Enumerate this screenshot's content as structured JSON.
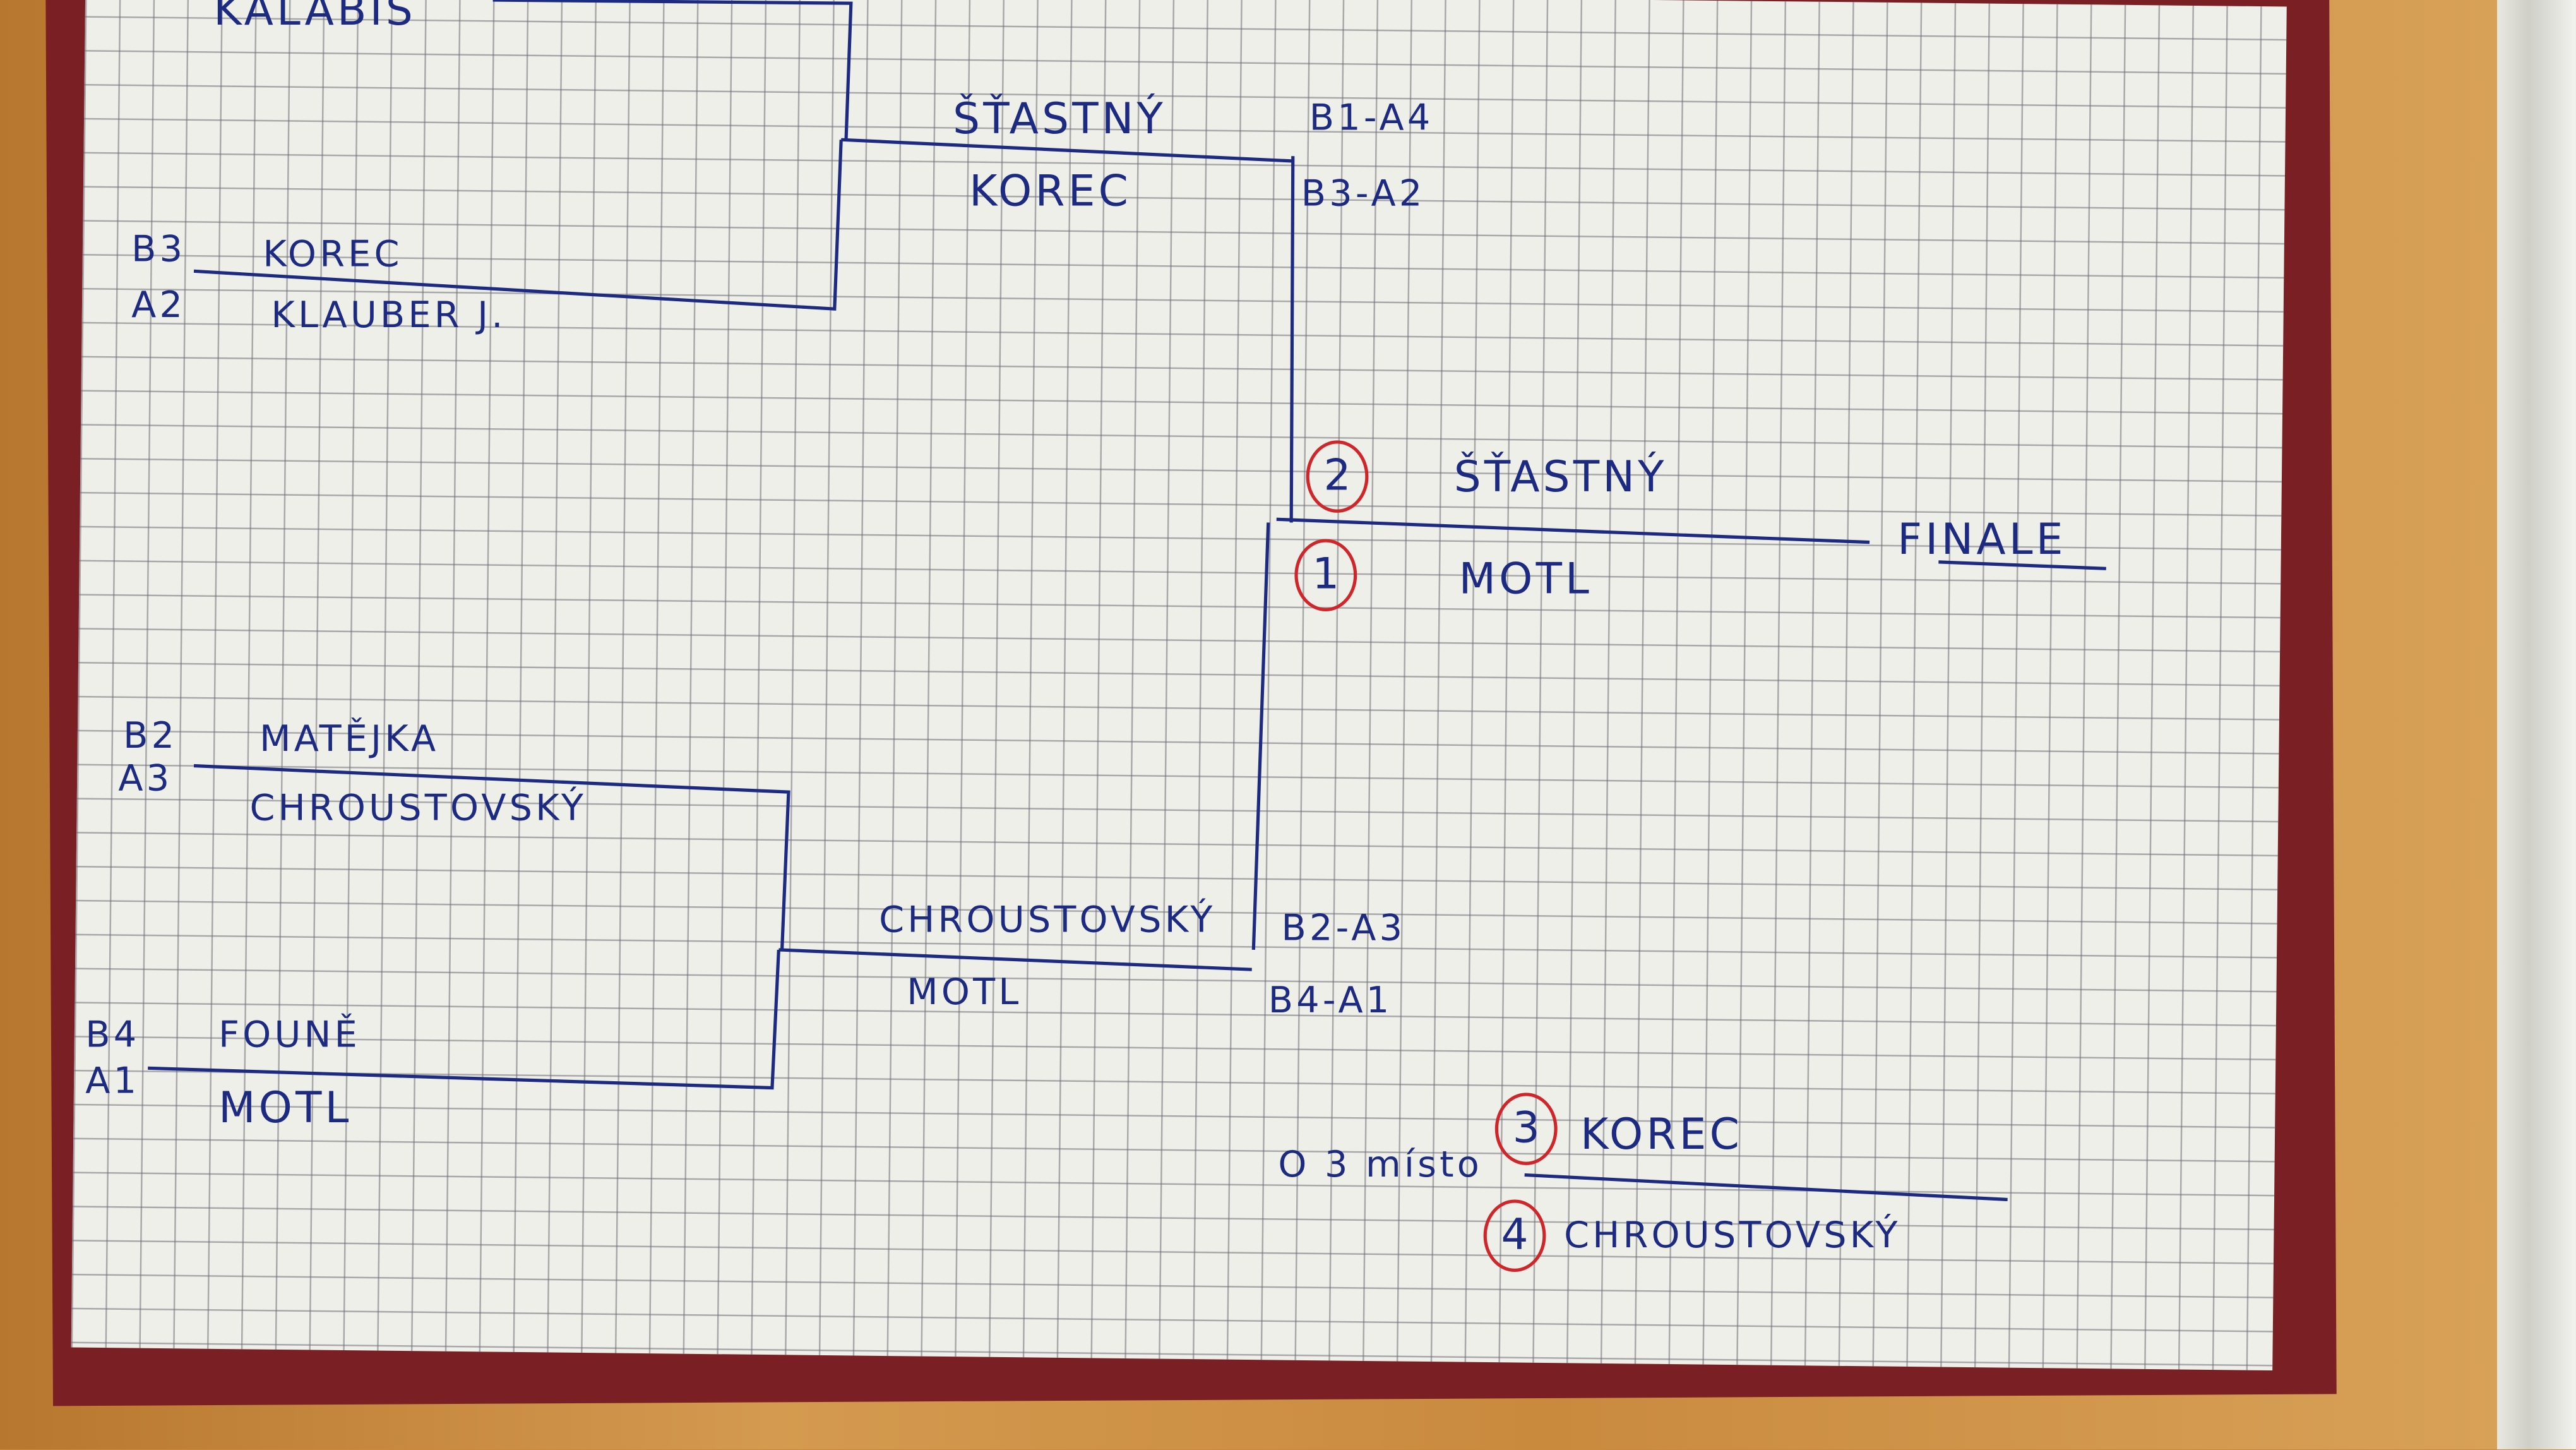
{
  "bracket": {
    "top_stub": "KALABIS",
    "semi1": {
      "winner": "ŠŤASTNÝ",
      "loser": "KOREC",
      "label_top": "B1-A4",
      "label_bottom": "B3-A2"
    },
    "qf_b3_a2": {
      "seed_top": "B3",
      "player_top": "KOREC",
      "seed_bottom": "A2",
      "player_bottom": "KLAUBER J."
    },
    "final": {
      "label": "FINALE",
      "place_top": "2",
      "player_top": "ŠŤASTNÝ",
      "place_bottom": "1",
      "player_bottom": "MOTL"
    },
    "qf_b2_a3": {
      "seed_top": "B2",
      "player_top": "MATĚJKA",
      "seed_bottom": "A3",
      "player_bottom": "CHROUSTOVSKÝ"
    },
    "semi2": {
      "winner": "CHROUSTOVSKÝ",
      "loser": "MOTL",
      "label_top": "B2-A3",
      "label_bottom": "B4-A1"
    },
    "qf_b4_a1": {
      "seed_top": "B4",
      "player_top": "FOUNĚ",
      "seed_bottom": "A1",
      "player_bottom": "MOTL"
    },
    "third_place": {
      "label": "O 3 místo",
      "place_top": "3",
      "player_top": "KOREC",
      "place_bottom": "4",
      "player_bottom": "CHROUSTOVSKÝ"
    }
  },
  "colors": {
    "ink": "#1c2a82",
    "circle": "#d0262a",
    "folder": "#7a1f24"
  }
}
